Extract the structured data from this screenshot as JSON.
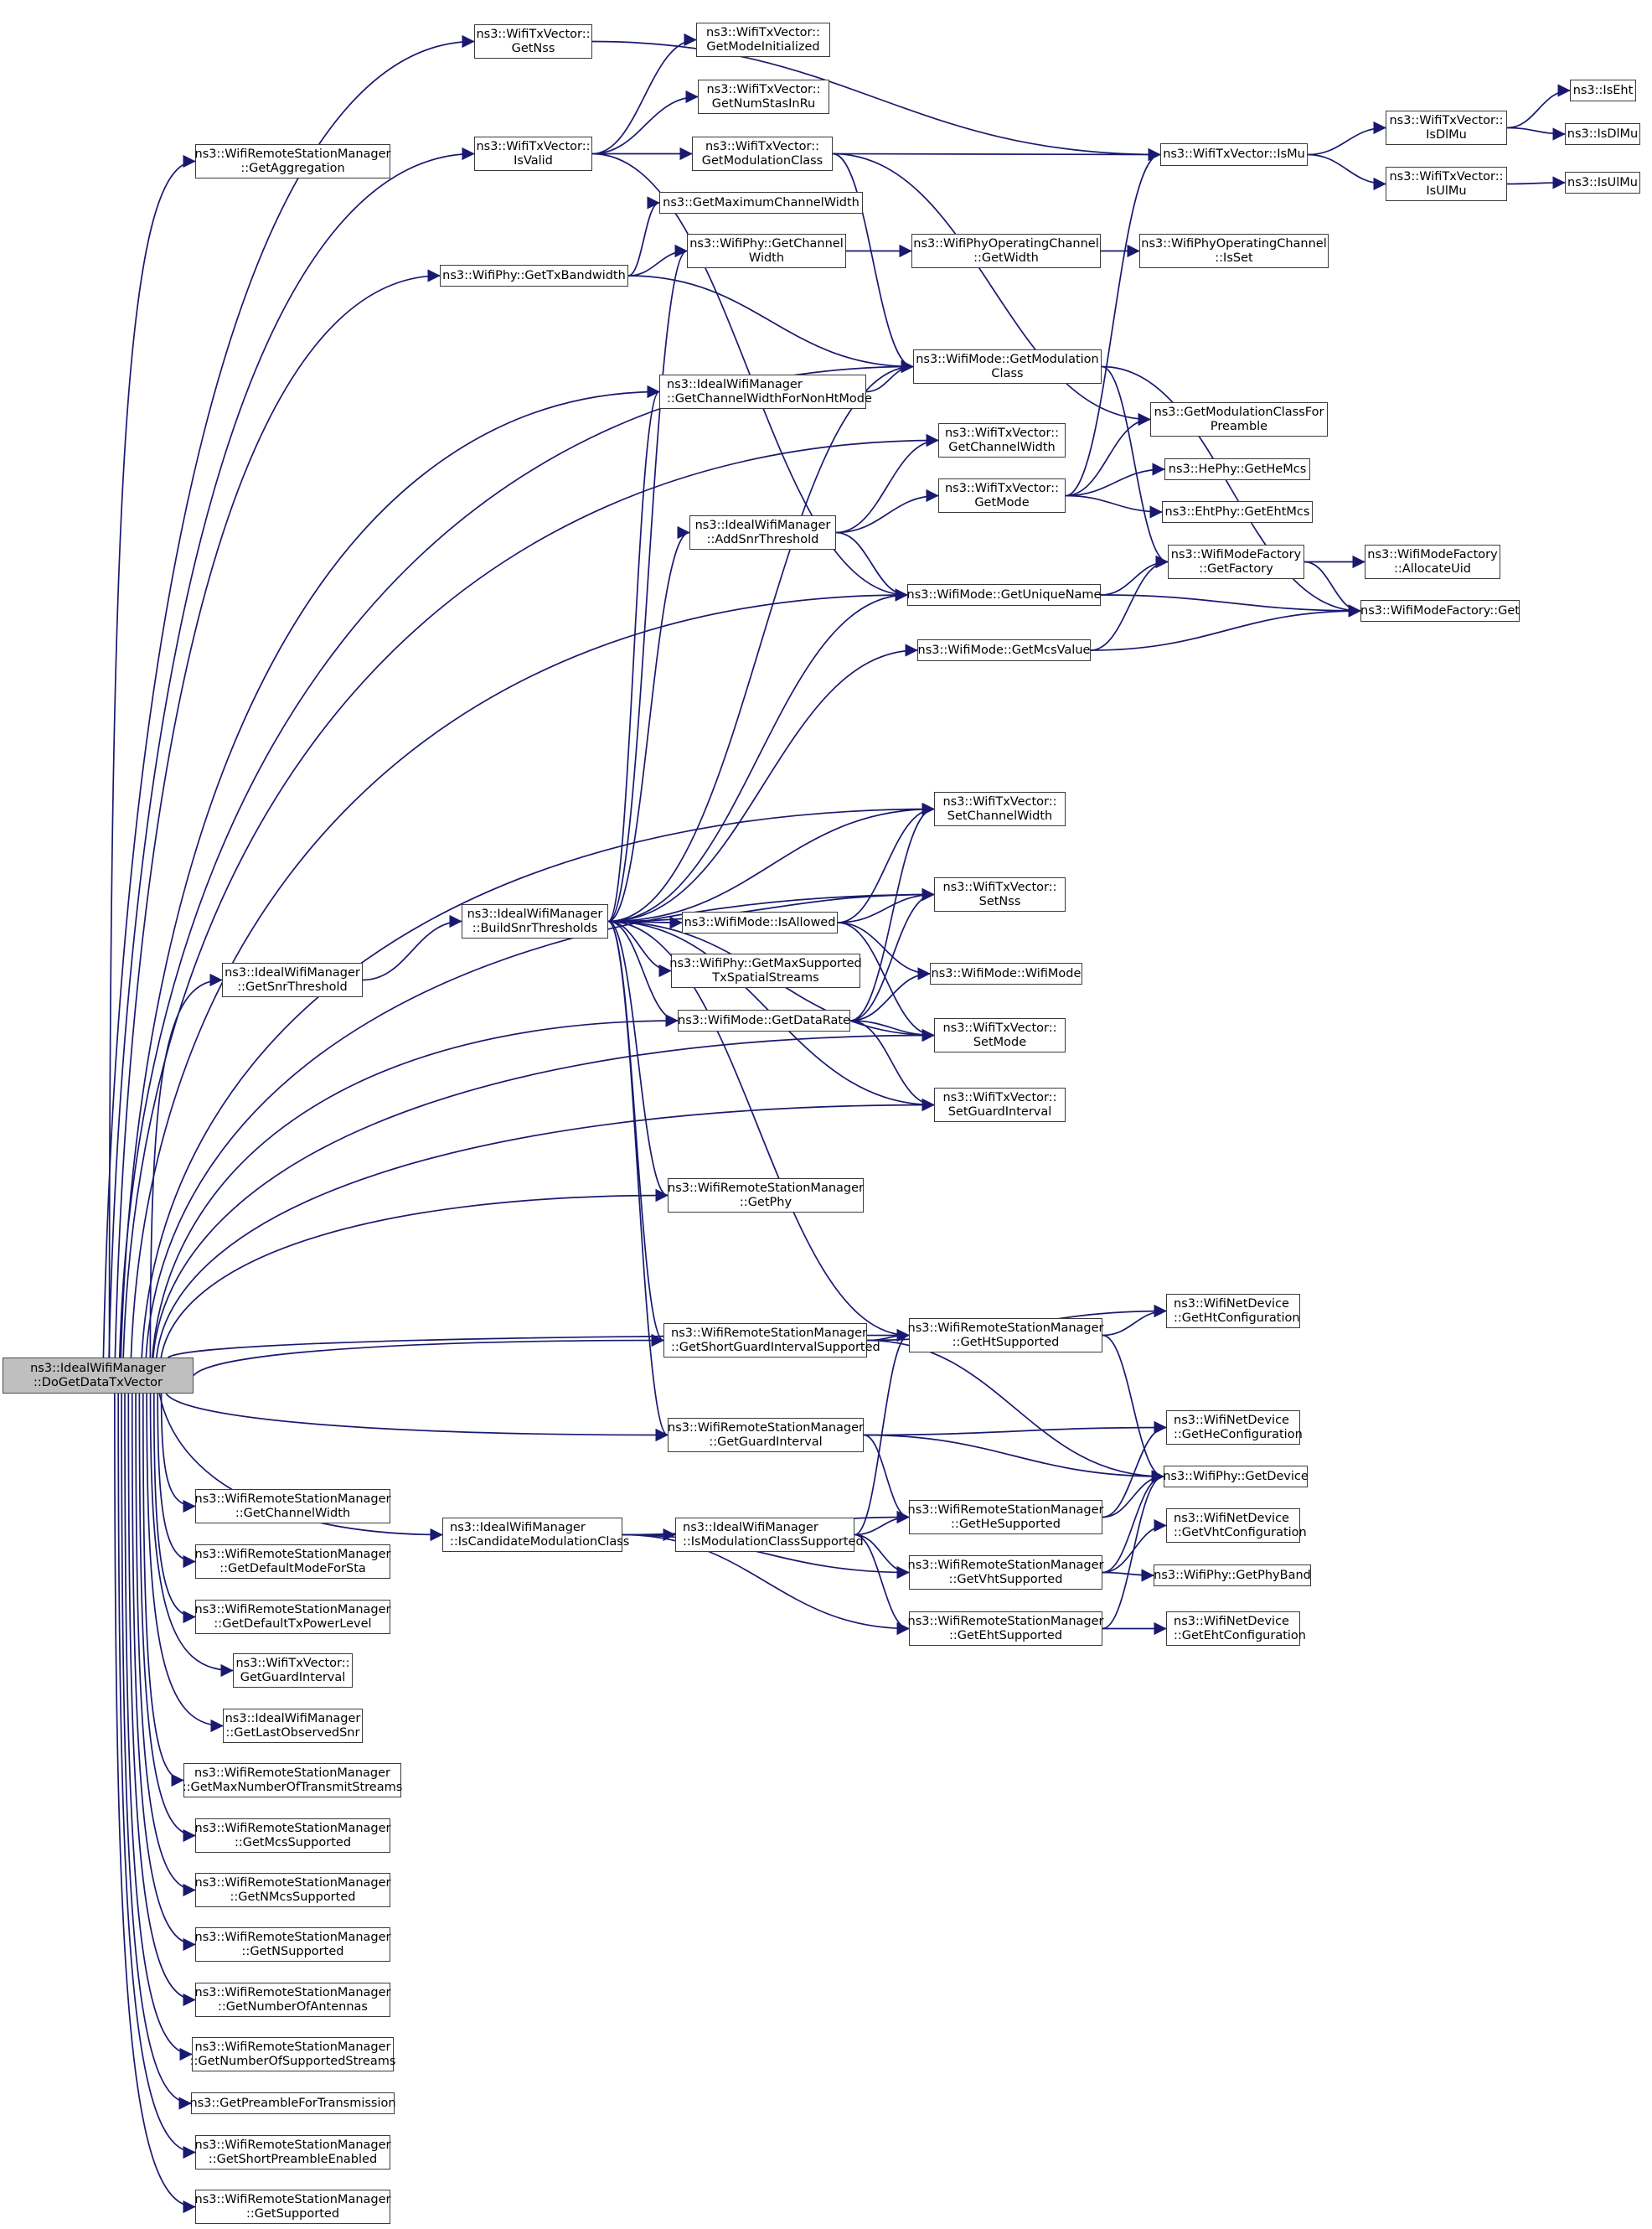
{
  "diagram": {
    "title": "ns3::IdealWifiManager::DoGetDataTxVector call graph",
    "edge_color": "#191970",
    "root_fill": "#bfbfbf",
    "node_fill": "#ffffff",
    "nodes": [
      {
        "id": "root",
        "lines": [
          "ns3::IdealWifiManager",
          "::DoGetDataTxVector"
        ],
        "root": true
      },
      {
        "id": "rsm_getaggregation",
        "lines": [
          "ns3::WifiRemoteStationManager",
          "::GetAggregation"
        ]
      },
      {
        "id": "txv_getnss",
        "lines": [
          "ns3::WifiTxVector::",
          "GetNss"
        ]
      },
      {
        "id": "txv_isvalid",
        "lines": [
          "ns3::WifiTxVector::",
          "IsValid"
        ]
      },
      {
        "id": "txv_getmodeinitialized",
        "lines": [
          "ns3::WifiTxVector::",
          "GetModeInitialized"
        ]
      },
      {
        "id": "txv_getnumstasinru",
        "lines": [
          "ns3::WifiTxVector::",
          "GetNumStasInRu"
        ]
      },
      {
        "id": "txv_getmodulationclass",
        "lines": [
          "ns3::WifiTxVector::",
          "GetModulationClass"
        ]
      },
      {
        "id": "getmaximumchannelwidth",
        "lines": [
          "ns3::GetMaximumChannelWidth"
        ]
      },
      {
        "id": "phy_getchannelwidth",
        "lines": [
          "ns3::WifiPhy::GetChannel",
          "Width"
        ]
      },
      {
        "id": "phy_gettxbandwidth",
        "lines": [
          "ns3::WifiPhy::GetTxBandwidth"
        ]
      },
      {
        "id": "opch_getwidth",
        "lines": [
          "ns3::WifiPhyOperatingChannel",
          "::GetWidth"
        ]
      },
      {
        "id": "opch_isset",
        "lines": [
          "ns3::WifiPhyOperatingChannel",
          "::IsSet"
        ]
      },
      {
        "id": "txv_ismu",
        "lines": [
          "ns3::WifiTxVector::IsMu"
        ]
      },
      {
        "id": "txv_isdlmu",
        "lines": [
          "ns3::WifiTxVector::",
          "IsDlMu"
        ]
      },
      {
        "id": "txv_isulmu",
        "lines": [
          "ns3::WifiTxVector::",
          "IsUlMu"
        ]
      },
      {
        "id": "iseht",
        "lines": [
          "ns3::IsEht"
        ]
      },
      {
        "id": "isdlmu",
        "lines": [
          "ns3::IsDlMu"
        ]
      },
      {
        "id": "isulmu",
        "lines": [
          "ns3::IsUlMu"
        ]
      },
      {
        "id": "mode_getmodulationclass",
        "lines": [
          "ns3::WifiMode::GetModulation",
          "Class"
        ]
      },
      {
        "id": "iwm_getchannelwidthfornonhtmode",
        "lines": [
          "ns3::IdealWifiManager",
          "::GetChannelWidthForNonHtMode"
        ],
        "left": true
      },
      {
        "id": "txv_getchannelwidth",
        "lines": [
          "ns3::WifiTxVector::",
          "GetChannelWidth"
        ]
      },
      {
        "id": "txv_getmode",
        "lines": [
          "ns3::WifiTxVector::",
          "GetMode"
        ]
      },
      {
        "id": "iwm_addsnrthreshold",
        "lines": [
          "ns3::IdealWifiManager",
          "::AddSnrThreshold"
        ]
      },
      {
        "id": "mode_getuniquename",
        "lines": [
          "ns3::WifiMode::GetUniqueName"
        ]
      },
      {
        "id": "mode_getmcsvalue",
        "lines": [
          "ns3::WifiMode::GetMcsValue"
        ]
      },
      {
        "id": "getmodulationclassforpreamble",
        "lines": [
          "ns3::GetModulationClassFor",
          "Preamble"
        ]
      },
      {
        "id": "hephy_gethemcs",
        "lines": [
          "ns3::HePhy::GetHeMcs"
        ]
      },
      {
        "id": "ehtphy_getehtmcs",
        "lines": [
          "ns3::EhtPhy::GetEhtMcs"
        ]
      },
      {
        "id": "wmf_getfactory",
        "lines": [
          "ns3::WifiModeFactory",
          "::GetFactory"
        ]
      },
      {
        "id": "wmf_allocateuid",
        "lines": [
          "ns3::WifiModeFactory",
          "::AllocateUid"
        ]
      },
      {
        "id": "wmf_get",
        "lines": [
          "ns3::WifiModeFactory::Get"
        ]
      },
      {
        "id": "txv_setchannelwidth",
        "lines": [
          "ns3::WifiTxVector::",
          "SetChannelWidth"
        ]
      },
      {
        "id": "txv_setnss",
        "lines": [
          "ns3::WifiTxVector::",
          "SetNss"
        ]
      },
      {
        "id": "mode_isallowed",
        "lines": [
          "ns3::WifiMode::IsAllowed"
        ]
      },
      {
        "id": "iwm_buildsnrthresholds",
        "lines": [
          "ns3::IdealWifiManager",
          "::BuildSnrThresholds"
        ]
      },
      {
        "id": "iwm_getsnrthreshold",
        "lines": [
          "ns3::IdealWifiManager",
          "::GetSnrThreshold"
        ]
      },
      {
        "id": "phy_getmaxsupportedtxspatialstreams",
        "lines": [
          "ns3::WifiPhy::GetMaxSupported",
          "TxSpatialStreams"
        ]
      },
      {
        "id": "mode_wifimode",
        "lines": [
          "ns3::WifiMode::WifiMode"
        ]
      },
      {
        "id": "mode_getdatarate",
        "lines": [
          "ns3::WifiMode::GetDataRate"
        ]
      },
      {
        "id": "txv_setmode",
        "lines": [
          "ns3::WifiTxVector::",
          "SetMode"
        ]
      },
      {
        "id": "txv_setguardinterval",
        "lines": [
          "ns3::WifiTxVector::",
          "SetGuardInterval"
        ]
      },
      {
        "id": "rsm_getphy",
        "lines": [
          "ns3::WifiRemoteStationManager",
          "::GetPhy"
        ]
      },
      {
        "id": "nd_gethtconfiguration",
        "lines": [
          "ns3::WifiNetDevice",
          "::GetHtConfiguration"
        ],
        "left": true
      },
      {
        "id": "rsm_getshortguardintervalsupported",
        "lines": [
          "ns3::WifiRemoteStationManager",
          "::GetShortGuardIntervalSupported"
        ],
        "left": true
      },
      {
        "id": "rsm_gethtsupported",
        "lines": [
          "ns3::WifiRemoteStationManager",
          "::GetHtSupported"
        ]
      },
      {
        "id": "nd_gethecconfiguration",
        "lines": [
          "ns3::WifiNetDevice",
          "::GetHeConfiguration"
        ],
        "left": true
      },
      {
        "id": "rsm_getguardinterval",
        "lines": [
          "ns3::WifiRemoteStationManager",
          "::GetGuardInterval"
        ]
      },
      {
        "id": "phy_getdevice",
        "lines": [
          "ns3::WifiPhy::GetDevice"
        ]
      },
      {
        "id": "iwm_iscandidatemodulationclass",
        "lines": [
          "ns3::IdealWifiManager",
          "::IsCandidateModulationClass"
        ],
        "left": true
      },
      {
        "id": "iwm_ismodulationclasssupported",
        "lines": [
          "ns3::IdealWifiManager",
          "::IsModulationClassSupported"
        ],
        "left": true
      },
      {
        "id": "rsm_gethesupported",
        "lines": [
          "ns3::WifiRemoteStationManager",
          "::GetHeSupported"
        ]
      },
      {
        "id": "nd_getvhtconfiguration",
        "lines": [
          "ns3::WifiNetDevice",
          "::GetVhtConfiguration"
        ],
        "left": true
      },
      {
        "id": "rsm_getvhtsupported",
        "lines": [
          "ns3::WifiRemoteStationManager",
          "::GetVhtSupported"
        ]
      },
      {
        "id": "phy_getphyband",
        "lines": [
          "ns3::WifiPhy::GetPhyBand"
        ]
      },
      {
        "id": "rsm_getehtsupported",
        "lines": [
          "ns3::WifiRemoteStationManager",
          "::GetEhtSupported"
        ]
      },
      {
        "id": "nd_getehtconfiguration",
        "lines": [
          "ns3::WifiNetDevice",
          "::GetEhtConfiguration"
        ],
        "left": true
      },
      {
        "id": "rsm_getchannelwidth",
        "lines": [
          "ns3::WifiRemoteStationManager",
          "::GetChannelWidth"
        ]
      },
      {
        "id": "rsm_getdefaultmodeforsta",
        "lines": [
          "ns3::WifiRemoteStationManager",
          "::GetDefaultModeForSta"
        ]
      },
      {
        "id": "rsm_getdefaulttxpowerlevel",
        "lines": [
          "ns3::WifiRemoteStationManager",
          "::GetDefaultTxPowerLevel"
        ]
      },
      {
        "id": "txv_getguardinterval",
        "lines": [
          "ns3::WifiTxVector::",
          "GetGuardInterval"
        ]
      },
      {
        "id": "iwm_getlastobservedsnr",
        "lines": [
          "ns3::IdealWifiManager",
          "::GetLastObservedSnr"
        ]
      },
      {
        "id": "rsm_getmaxnumberoftransmitstreams",
        "lines": [
          "ns3::WifiRemoteStationManager",
          "::GetMaxNumberOfTransmitStreams"
        ]
      },
      {
        "id": "rsm_getmcssupported",
        "lines": [
          "ns3::WifiRemoteStationManager",
          "::GetMcsSupported"
        ]
      },
      {
        "id": "rsm_getnmcssupported",
        "lines": [
          "ns3::WifiRemoteStationManager",
          "::GetNMcsSupported"
        ]
      },
      {
        "id": "rsm_getnsupported",
        "lines": [
          "ns3::WifiRemoteStationManager",
          "::GetNSupported"
        ]
      },
      {
        "id": "rsm_getnumberofantennas",
        "lines": [
          "ns3::WifiRemoteStationManager",
          "::GetNumberOfAntennas"
        ]
      },
      {
        "id": "rsm_getnumberofsupportedstreams",
        "lines": [
          "ns3::WifiRemoteStationManager",
          "::GetNumberOfSupportedStreams"
        ]
      },
      {
        "id": "getpreamblefortransmission",
        "lines": [
          "ns3::GetPreambleForTransmission"
        ]
      },
      {
        "id": "rsm_getshortpreambleenabled",
        "lines": [
          "ns3::WifiRemoteStationManager",
          "::GetShortPreambleEnabled"
        ]
      },
      {
        "id": "rsm_getsupported",
        "lines": [
          "ns3::WifiRemoteStationManager",
          "::GetSupported"
        ]
      }
    ],
    "edges": [
      [
        "root",
        "rsm_getaggregation"
      ],
      [
        "root",
        "txv_getnss"
      ],
      [
        "root",
        "txv_isvalid"
      ],
      [
        "root",
        "phy_gettxbandwidth"
      ],
      [
        "root",
        "mode_getmodulationclass"
      ],
      [
        "root",
        "iwm_getchannelwidthfornonhtmode"
      ],
      [
        "root",
        "txv_getchannelwidth"
      ],
      [
        "root",
        "mode_getuniquename"
      ],
      [
        "root",
        "txv_setchannelwidth"
      ],
      [
        "root",
        "txv_setnss"
      ],
      [
        "root",
        "iwm_getsnrthreshold"
      ],
      [
        "root",
        "mode_getdatarate"
      ],
      [
        "root",
        "rsm_getphy"
      ],
      [
        "root",
        "txv_setmode"
      ],
      [
        "root",
        "txv_setguardinterval"
      ],
      [
        "root",
        "rsm_getshortguardintervalsupported"
      ],
      [
        "root",
        "rsm_gethtsupported"
      ],
      [
        "root",
        "rsm_getguardinterval"
      ],
      [
        "root",
        "iwm_iscandidatemodulationclass"
      ],
      [
        "root",
        "rsm_getchannelwidth"
      ],
      [
        "root",
        "rsm_getdefaultmodeforsta"
      ],
      [
        "root",
        "rsm_getdefaulttxpowerlevel"
      ],
      [
        "root",
        "txv_getguardinterval"
      ],
      [
        "root",
        "iwm_getlastobservedsnr"
      ],
      [
        "root",
        "rsm_getmaxnumberoftransmitstreams"
      ],
      [
        "root",
        "rsm_getmcssupported"
      ],
      [
        "root",
        "rsm_getnmcssupported"
      ],
      [
        "root",
        "rsm_getnsupported"
      ],
      [
        "root",
        "rsm_getnumberofantennas"
      ],
      [
        "root",
        "rsm_getnumberofsupportedstreams"
      ],
      [
        "root",
        "getpreamblefortransmission"
      ],
      [
        "root",
        "rsm_getshortpreambleenabled"
      ],
      [
        "root",
        "rsm_getsupported"
      ],
      [
        "txv_getnss",
        "txv_ismu"
      ],
      [
        "txv_isvalid",
        "txv_getmodeinitialized"
      ],
      [
        "txv_isvalid",
        "txv_getnumstasinru"
      ],
      [
        "txv_isvalid",
        "txv_getmodulationclass"
      ],
      [
        "txv_isvalid",
        "mode_getuniquename"
      ],
      [
        "txv_getmodulationclass",
        "txv_ismu"
      ],
      [
        "txv_getmodulationclass",
        "mode_getmodulationclass"
      ],
      [
        "txv_getmodulationclass",
        "getmodulationclassforpreamble"
      ],
      [
        "phy_gettxbandwidth",
        "getmaximumchannelwidth"
      ],
      [
        "phy_gettxbandwidth",
        "phy_getchannelwidth"
      ],
      [
        "phy_gettxbandwidth",
        "mode_getmodulationclass"
      ],
      [
        "phy_getchannelwidth",
        "opch_getwidth"
      ],
      [
        "opch_getwidth",
        "opch_isset"
      ],
      [
        "txv_ismu",
        "txv_isdlmu"
      ],
      [
        "txv_ismu",
        "txv_isulmu"
      ],
      [
        "txv_isdlmu",
        "iseht"
      ],
      [
        "txv_isdlmu",
        "isdlmu"
      ],
      [
        "txv_isulmu",
        "isulmu"
      ],
      [
        "iwm_getchannelwidthfornonhtmode",
        "mode_getmodulationclass"
      ],
      [
        "mode_getmodulationclass",
        "wmf_getfactory"
      ],
      [
        "mode_getmodulationclass",
        "wmf_get"
      ],
      [
        "iwm_addsnrthreshold",
        "txv_getchannelwidth"
      ],
      [
        "iwm_addsnrthreshold",
        "txv_getmode"
      ],
      [
        "iwm_addsnrthreshold",
        "mode_getuniquename"
      ],
      [
        "txv_getmode",
        "txv_ismu"
      ],
      [
        "txv_getmode",
        "getmodulationclassforpreamble"
      ],
      [
        "txv_getmode",
        "hephy_gethemcs"
      ],
      [
        "txv_getmode",
        "ehtphy_getehtmcs"
      ],
      [
        "mode_getuniquename",
        "wmf_getfactory"
      ],
      [
        "mode_getuniquename",
        "wmf_get"
      ],
      [
        "mode_getmcsvalue",
        "wmf_getfactory"
      ],
      [
        "mode_getmcsvalue",
        "wmf_get"
      ],
      [
        "wmf_getfactory",
        "wmf_allocateuid"
      ],
      [
        "wmf_getfactory",
        "wmf_get"
      ],
      [
        "iwm_getsnrthreshold",
        "iwm_buildsnrthresholds"
      ],
      [
        "iwm_buildsnrthresholds",
        "phy_getchannelwidth"
      ],
      [
        "iwm_buildsnrthresholds",
        "iwm_getchannelwidthfornonhtmode"
      ],
      [
        "iwm_buildsnrthresholds",
        "mode_getmodulationclass"
      ],
      [
        "iwm_buildsnrthresholds",
        "iwm_addsnrthreshold"
      ],
      [
        "iwm_buildsnrthresholds",
        "mode_getuniquename"
      ],
      [
        "iwm_buildsnrthresholds",
        "mode_getmcsvalue"
      ],
      [
        "iwm_buildsnrthresholds",
        "txv_setchannelwidth"
      ],
      [
        "iwm_buildsnrthresholds",
        "txv_setnss"
      ],
      [
        "iwm_buildsnrthresholds",
        "mode_isallowed"
      ],
      [
        "iwm_buildsnrthresholds",
        "phy_getmaxsupportedtxspatialstreams"
      ],
      [
        "iwm_buildsnrthresholds",
        "mode_getdatarate"
      ],
      [
        "iwm_buildsnrthresholds",
        "txv_setmode"
      ],
      [
        "iwm_buildsnrthresholds",
        "txv_setguardinterval"
      ],
      [
        "iwm_buildsnrthresholds",
        "rsm_getphy"
      ],
      [
        "iwm_buildsnrthresholds",
        "rsm_getshortguardintervalsupported"
      ],
      [
        "iwm_buildsnrthresholds",
        "rsm_gethtsupported"
      ],
      [
        "iwm_buildsnrthresholds",
        "rsm_getguardinterval"
      ],
      [
        "mode_isallowed",
        "txv_setchannelwidth"
      ],
      [
        "mode_isallowed",
        "txv_setnss"
      ],
      [
        "mode_isallowed",
        "mode_wifimode"
      ],
      [
        "mode_isallowed",
        "txv_setmode"
      ],
      [
        "mode_getdatarate",
        "txv_setchannelwidth"
      ],
      [
        "mode_getdatarate",
        "txv_setnss"
      ],
      [
        "mode_getdatarate",
        "mode_wifimode"
      ],
      [
        "mode_getdatarate",
        "txv_setmode"
      ],
      [
        "mode_getdatarate",
        "txv_setguardinterval"
      ],
      [
        "rsm_getshortguardintervalsupported",
        "rsm_gethtsupported"
      ],
      [
        "rsm_getshortguardintervalsupported",
        "nd_gethtconfiguration"
      ],
      [
        "rsm_getshortguardintervalsupported",
        "phy_getdevice"
      ],
      [
        "rsm_gethtsupported",
        "nd_gethtconfiguration"
      ],
      [
        "rsm_gethtsupported",
        "phy_getdevice"
      ],
      [
        "rsm_getguardinterval",
        "nd_gethecconfiguration"
      ],
      [
        "rsm_getguardinterval",
        "phy_getdevice"
      ],
      [
        "rsm_getguardinterval",
        "rsm_gethesupported"
      ],
      [
        "iwm_iscandidatemodulationclass",
        "iwm_ismodulationclasssupported"
      ],
      [
        "iwm_iscandidatemodulationclass",
        "rsm_gethesupported"
      ],
      [
        "iwm_iscandidatemodulationclass",
        "rsm_getvhtsupported"
      ],
      [
        "iwm_iscandidatemodulationclass",
        "rsm_getehtsupported"
      ],
      [
        "iwm_ismodulationclasssupported",
        "rsm_gethtsupported"
      ],
      [
        "iwm_ismodulationclasssupported",
        "rsm_gethesupported"
      ],
      [
        "iwm_ismodulationclasssupported",
        "rsm_getvhtsupported"
      ],
      [
        "iwm_ismodulationclasssupported",
        "rsm_getehtsupported"
      ],
      [
        "rsm_gethesupported",
        "nd_gethecconfiguration"
      ],
      [
        "rsm_gethesupported",
        "phy_getdevice"
      ],
      [
        "rsm_getvhtsupported",
        "nd_getvhtconfiguration"
      ],
      [
        "rsm_getvhtsupported",
        "phy_getphyband"
      ],
      [
        "rsm_getvhtsupported",
        "phy_getdevice"
      ],
      [
        "rsm_getehtsupported",
        "nd_getehtconfiguration"
      ],
      [
        "rsm_getehtsupported",
        "phy_getdevice"
      ]
    ]
  }
}
